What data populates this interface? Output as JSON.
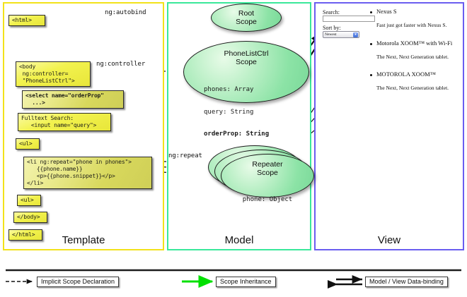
{
  "diagram": {
    "title": "AngularJS Template / Model / View scope data-binding diagram",
    "colors": {
      "template_border": "#f2e21a",
      "model_border": "#3ae89a",
      "view_border": "#6a5df0",
      "code_box_fill": "#f2f24e",
      "scope_fill": "#8ce3a6",
      "inheritance_arrow": "#00e000",
      "binding_arrow": "#000000"
    },
    "panels": [
      {
        "id": "template",
        "label": "Template"
      },
      {
        "id": "model",
        "label": "Model"
      },
      {
        "id": "view",
        "label": "View"
      }
    ]
  },
  "template": {
    "boxes": [
      {
        "id": "html-open",
        "text": "<html>"
      },
      {
        "id": "body-open",
        "text": "<body\n ng:controller=\n \"PhoneListCtrl\">"
      },
      {
        "id": "select",
        "text": "<select name=\"orderProp\"\n  ...>"
      },
      {
        "id": "search",
        "text": "Fulltext Search:\n   <input name=\"query\">"
      },
      {
        "id": "ul-open",
        "text": "<ul>"
      },
      {
        "id": "li-repeat",
        "text": "<li ng:repeat=\"phone in phones\">\n   {{phone.name}}\n   <p>{{phone.snippet}}</p>\n</li>"
      },
      {
        "id": "ul-close",
        "text": "<ul>"
      },
      {
        "id": "body-close",
        "text": "</body>"
      },
      {
        "id": "html-close",
        "text": "</html>"
      }
    ]
  },
  "connectors": {
    "autobind": "ng:autobind",
    "controller": "ng:controller",
    "repeat": "ng:repeat"
  },
  "model": {
    "scopes": [
      {
        "id": "root-scope",
        "title_line1": "Root",
        "title_line2": "Scope",
        "props": []
      },
      {
        "id": "phonelistctrl-scope",
        "title_line1": "PhoneListCtrl",
        "title_line2": "Scope",
        "props": [
          {
            "text": "phones: Array",
            "bold": false
          },
          {
            "text": "query: String",
            "bold": false
          },
          {
            "text": "orderProp: String",
            "bold": true
          }
        ]
      },
      {
        "id": "repeater-scope",
        "title_line1": "Repeater",
        "title_line2": "Scope",
        "props": [
          {
            "text": "phone: Object",
            "bold": false
          }
        ]
      }
    ]
  },
  "view": {
    "search_label": "Search:",
    "search_value": "",
    "sort_label": "Sort by:",
    "sort_selected": "Newest",
    "phones": [
      {
        "name": "Nexus S",
        "snippet": "Fast just got faster with Nexus S."
      },
      {
        "name": "Motorola XOOM™  with Wi-Fi",
        "snippet": "The Next, Next Generation tablet."
      },
      {
        "name": "MOTOROLA XOOM™",
        "snippet": "The Next, Next Generation tablet."
      }
    ]
  },
  "legend": {
    "items": [
      {
        "id": "implicit-scope-declaration",
        "label": "Implicit Scope Declaration",
        "style": "dashed-arrow"
      },
      {
        "id": "scope-inheritance",
        "label": "Scope Inheritance",
        "style": "green-arrow"
      },
      {
        "id": "model-view-data-binding",
        "label": "Model / View Data-binding",
        "style": "double-arrow"
      }
    ]
  }
}
